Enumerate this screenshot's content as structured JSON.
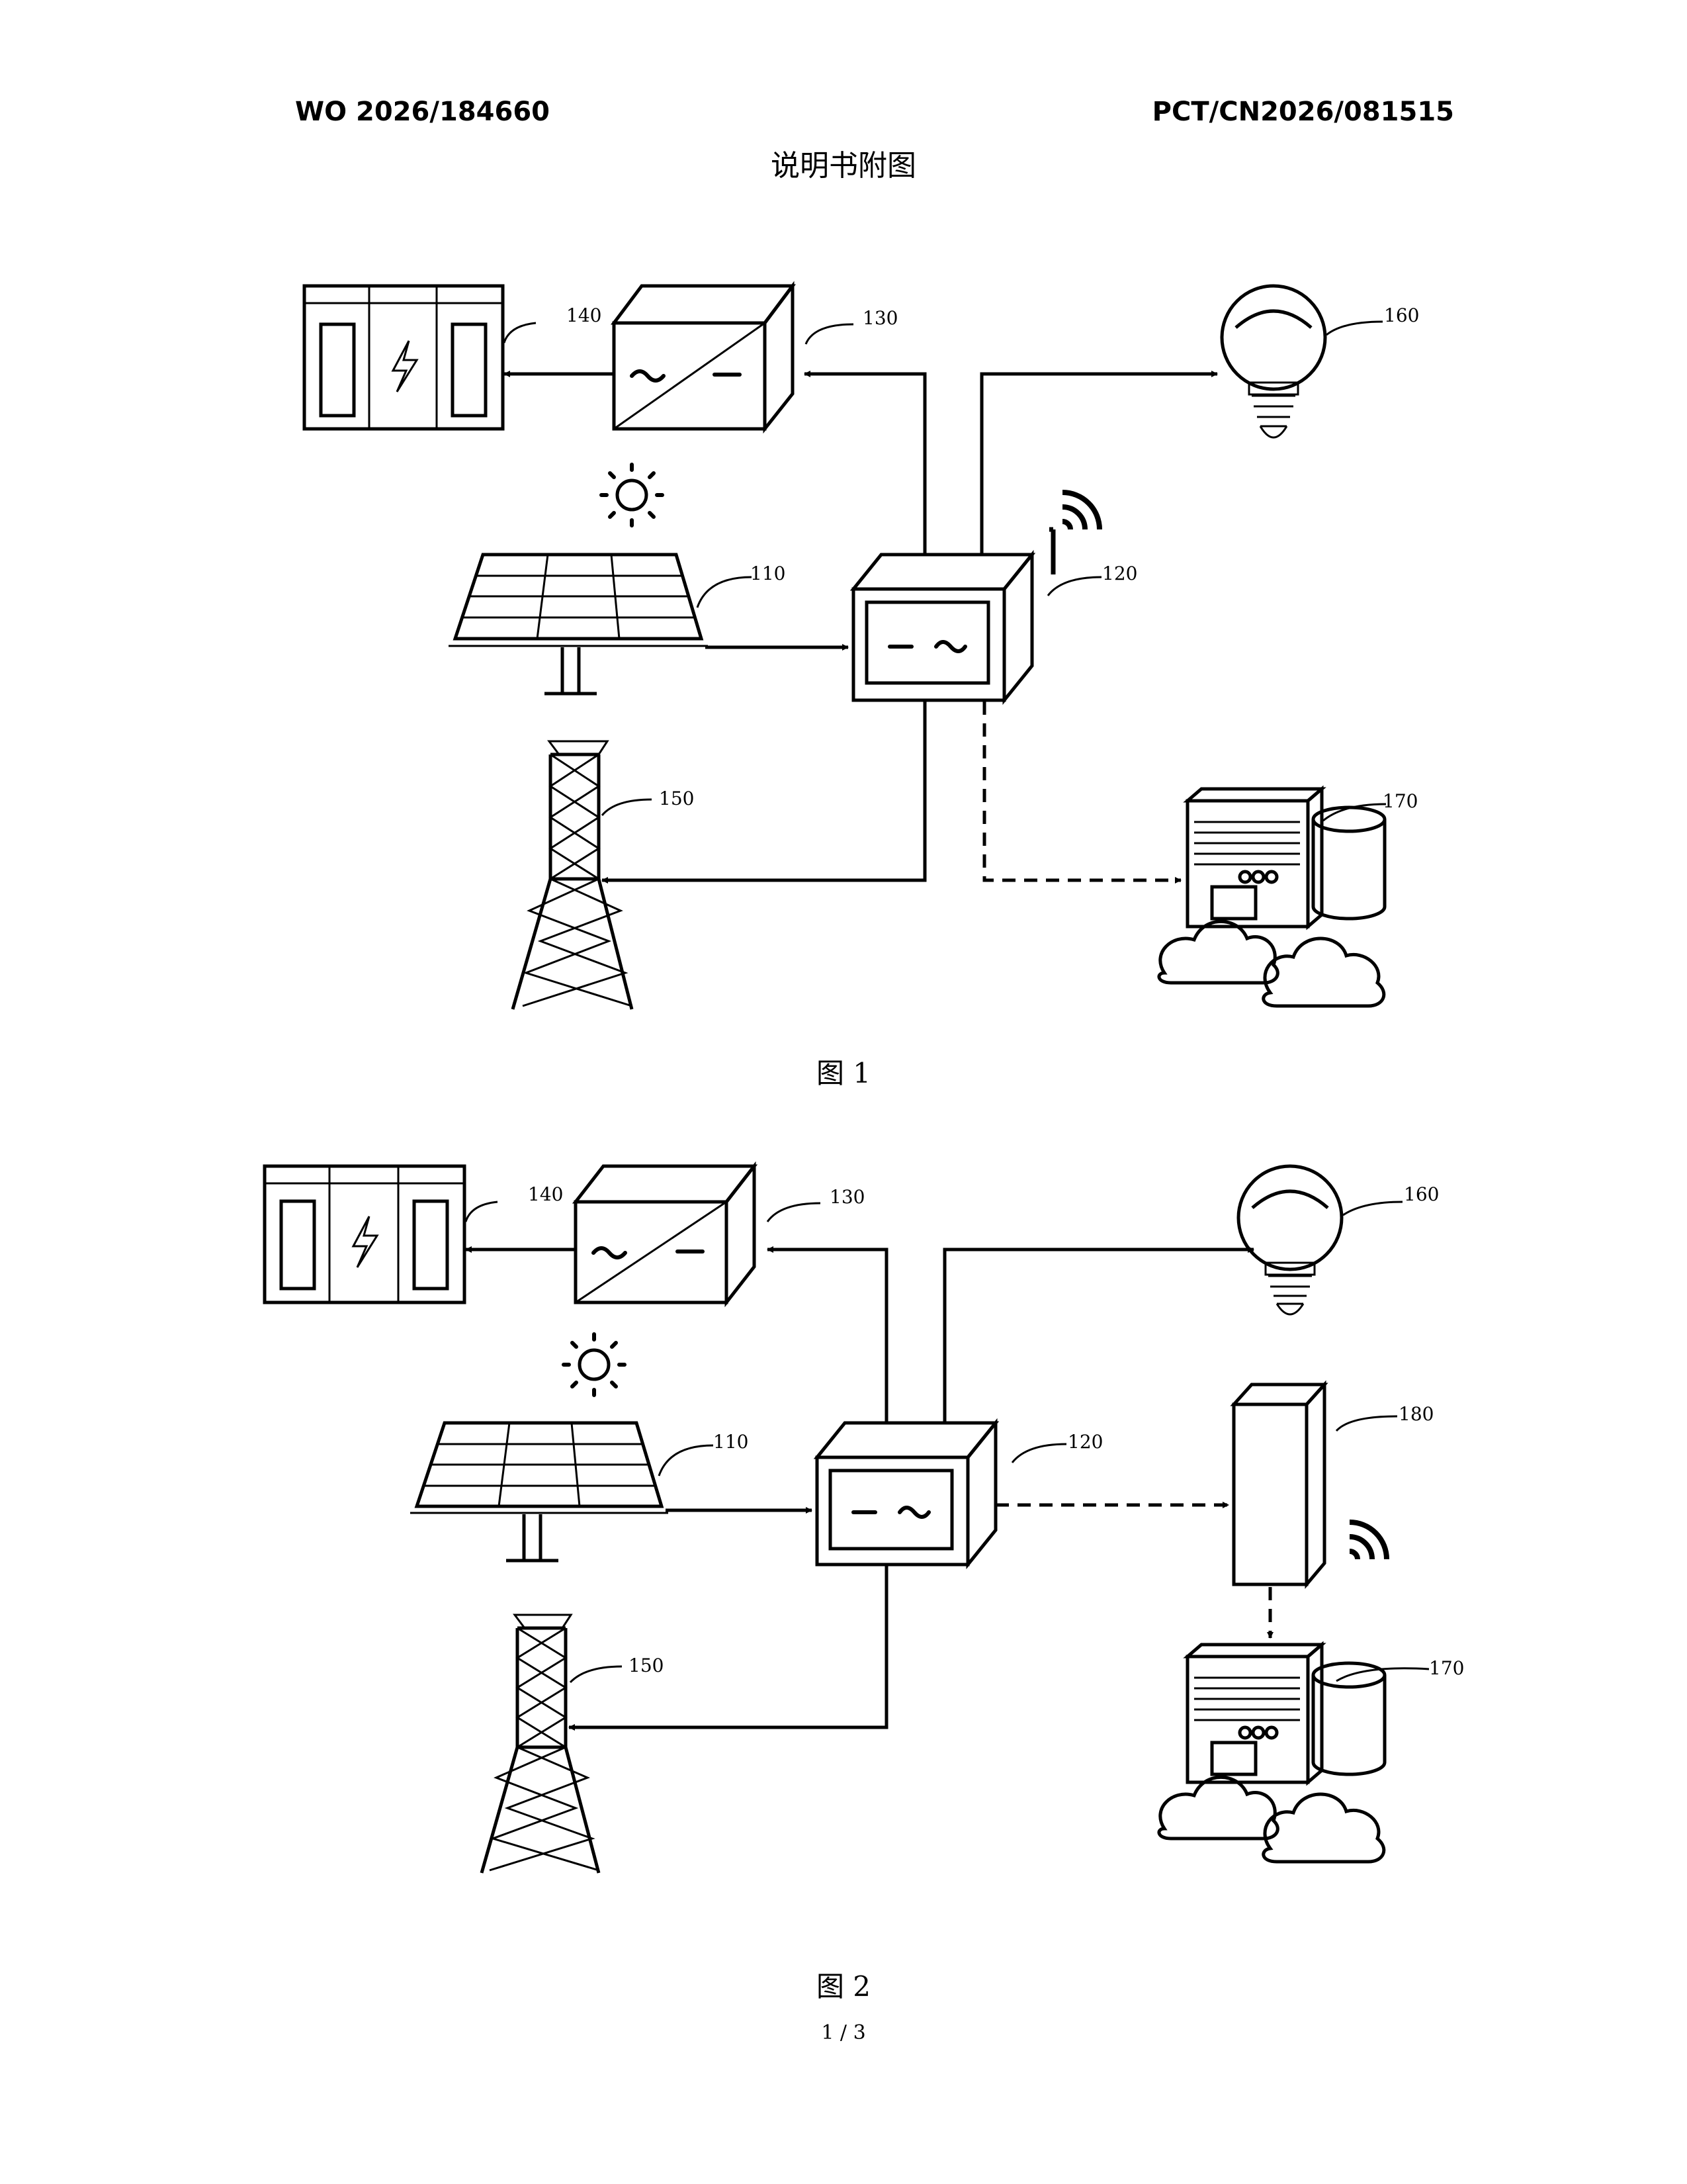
{
  "header": {
    "left": "WO 2026/184660",
    "right": "PCT/CN2026/081515"
  },
  "title": "说明书附图",
  "figures": [
    {
      "caption": "图 1",
      "labels": {
        "pv": "110",
        "inverter": "120",
        "converter": "130",
        "battery": "140",
        "grid": "150",
        "load": "160",
        "cloud": "170"
      }
    },
    {
      "caption": "图 2",
      "labels": {
        "pv": "110",
        "inverter": "120",
        "converter": "130",
        "battery": "140",
        "grid": "150",
        "load": "160",
        "cloud": "170",
        "gateway": "180"
      }
    }
  ],
  "page_number": "1 / 3"
}
